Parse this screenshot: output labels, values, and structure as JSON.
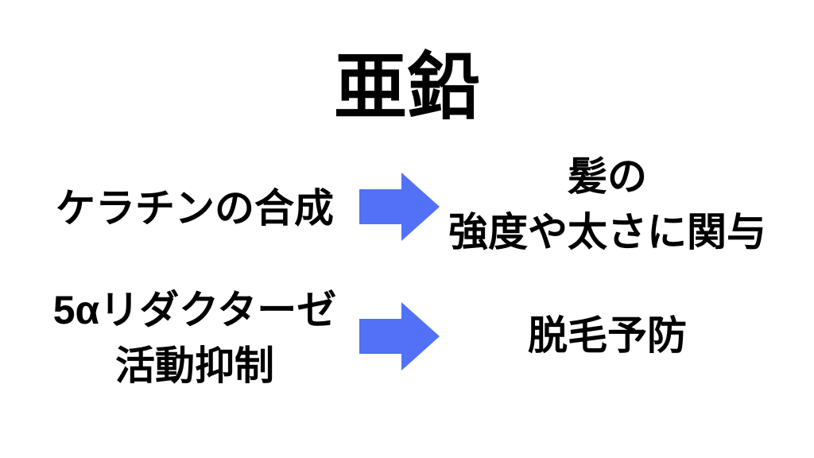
{
  "title": "亜鉛",
  "colors": {
    "background": "#ffffff",
    "text": "#000000",
    "arrow": "#5271f7"
  },
  "rows": [
    {
      "source_lines": [
        "ケラチンの合成"
      ],
      "arrow_icon": "right-block-arrow",
      "result_lines": [
        "髪の",
        "強度や太さに関与"
      ]
    },
    {
      "source_lines": [
        "5αリダクターゼ",
        "活動抑制"
      ],
      "arrow_icon": "right-block-arrow",
      "result_lines": [
        "脱毛予防"
      ]
    }
  ]
}
